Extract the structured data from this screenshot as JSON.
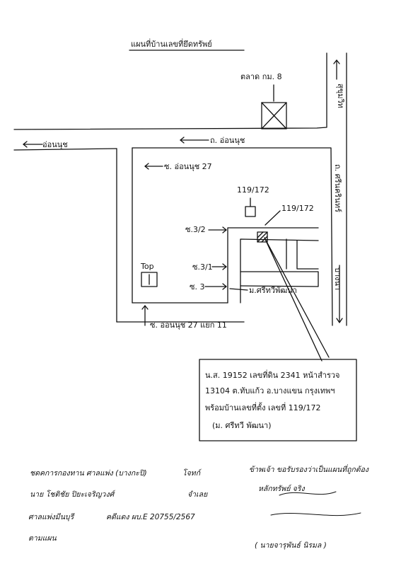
{
  "title": "แผนที่บ้านเลขที่ยึดทรัพย์",
  "labels": {
    "market": "ตลาด กม. 8",
    "road_left": "อ่อนนุช",
    "road_top": "ถ. อ่อนนุช",
    "soi_27": "ซ. อ่อนนุช 27",
    "house_top": "119/172",
    "house_right": "119/172",
    "soi_3_2": "ซ.3/2",
    "soi_3_1": "ซ.3/1",
    "soi_3": "ซ. 3",
    "village": "ม.ศรีทวีพัฒนา",
    "top_shop": "Top",
    "soi_27_11": "ซ. อ่อนนุช 27 แยก 11",
    "bangna_north": "สุขุมวิท",
    "bangna_road": "ถ. ศรีนครินทร์",
    "bangna_south": "บางนา"
  },
  "deed": {
    "line1": "น.ส. 19152 เลขที่ดิน 2341 หน้าสำรวจ",
    "line2": "13104 ต.ทับแก้ว อ.บางแขน กรุงเทพฯ",
    "line3": "พร้อมบ้านเลขที่ตั้ง เลขที่ 119/172",
    "line4": "(ม. ศรีทวี พัฒนา)"
  },
  "notes_left": {
    "l1": "ชดคการกองทาน ศาลแพ่ง (บางกะปิ)",
    "l1b": "โจทก์",
    "l2": "นาย โชติชัย ปิยะเจริญวงศ์",
    "l2b": "จำเลย",
    "l3": "ศาลแพ่งมีนบุรี",
    "l3b": "คดีแดง ผบ.E 20755/2567",
    "l4": "ตามแผน"
  },
  "notes_right": {
    "r1": "ข้าพเจ้า ขอรับรองว่าเป็นแผนที่ถูกต้อง",
    "r2": "หลักทรัพย์ จริง",
    "r3": "( นายจารุพันธ์ นิรมล )"
  }
}
